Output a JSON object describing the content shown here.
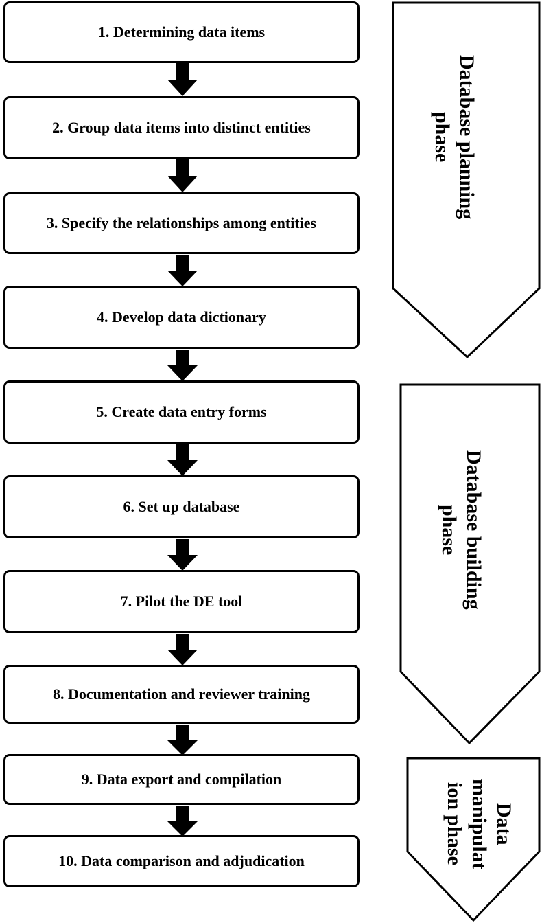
{
  "steps": [
    {
      "label": "1. Determining data items"
    },
    {
      "label": "2. Group data items into distinct entities"
    },
    {
      "label": "3. Specify the relationships among entities"
    },
    {
      "label": "4. Develop data dictionary"
    },
    {
      "label": "5. Create data entry forms"
    },
    {
      "label": "6. Set up database"
    },
    {
      "label": "7. Pilot the DE tool"
    },
    {
      "label": "8. Documentation and reviewer training"
    },
    {
      "label": "9. Data export and compilation"
    },
    {
      "label": "10. Data comparison and adjudication"
    }
  ],
  "phases": [
    {
      "line1": "Database planning",
      "line2": "phase"
    },
    {
      "line1": "Database building",
      "line2": "phase"
    },
    {
      "line1": "Data",
      "line2": "manipulat",
      "line3": "ion phase"
    }
  ]
}
